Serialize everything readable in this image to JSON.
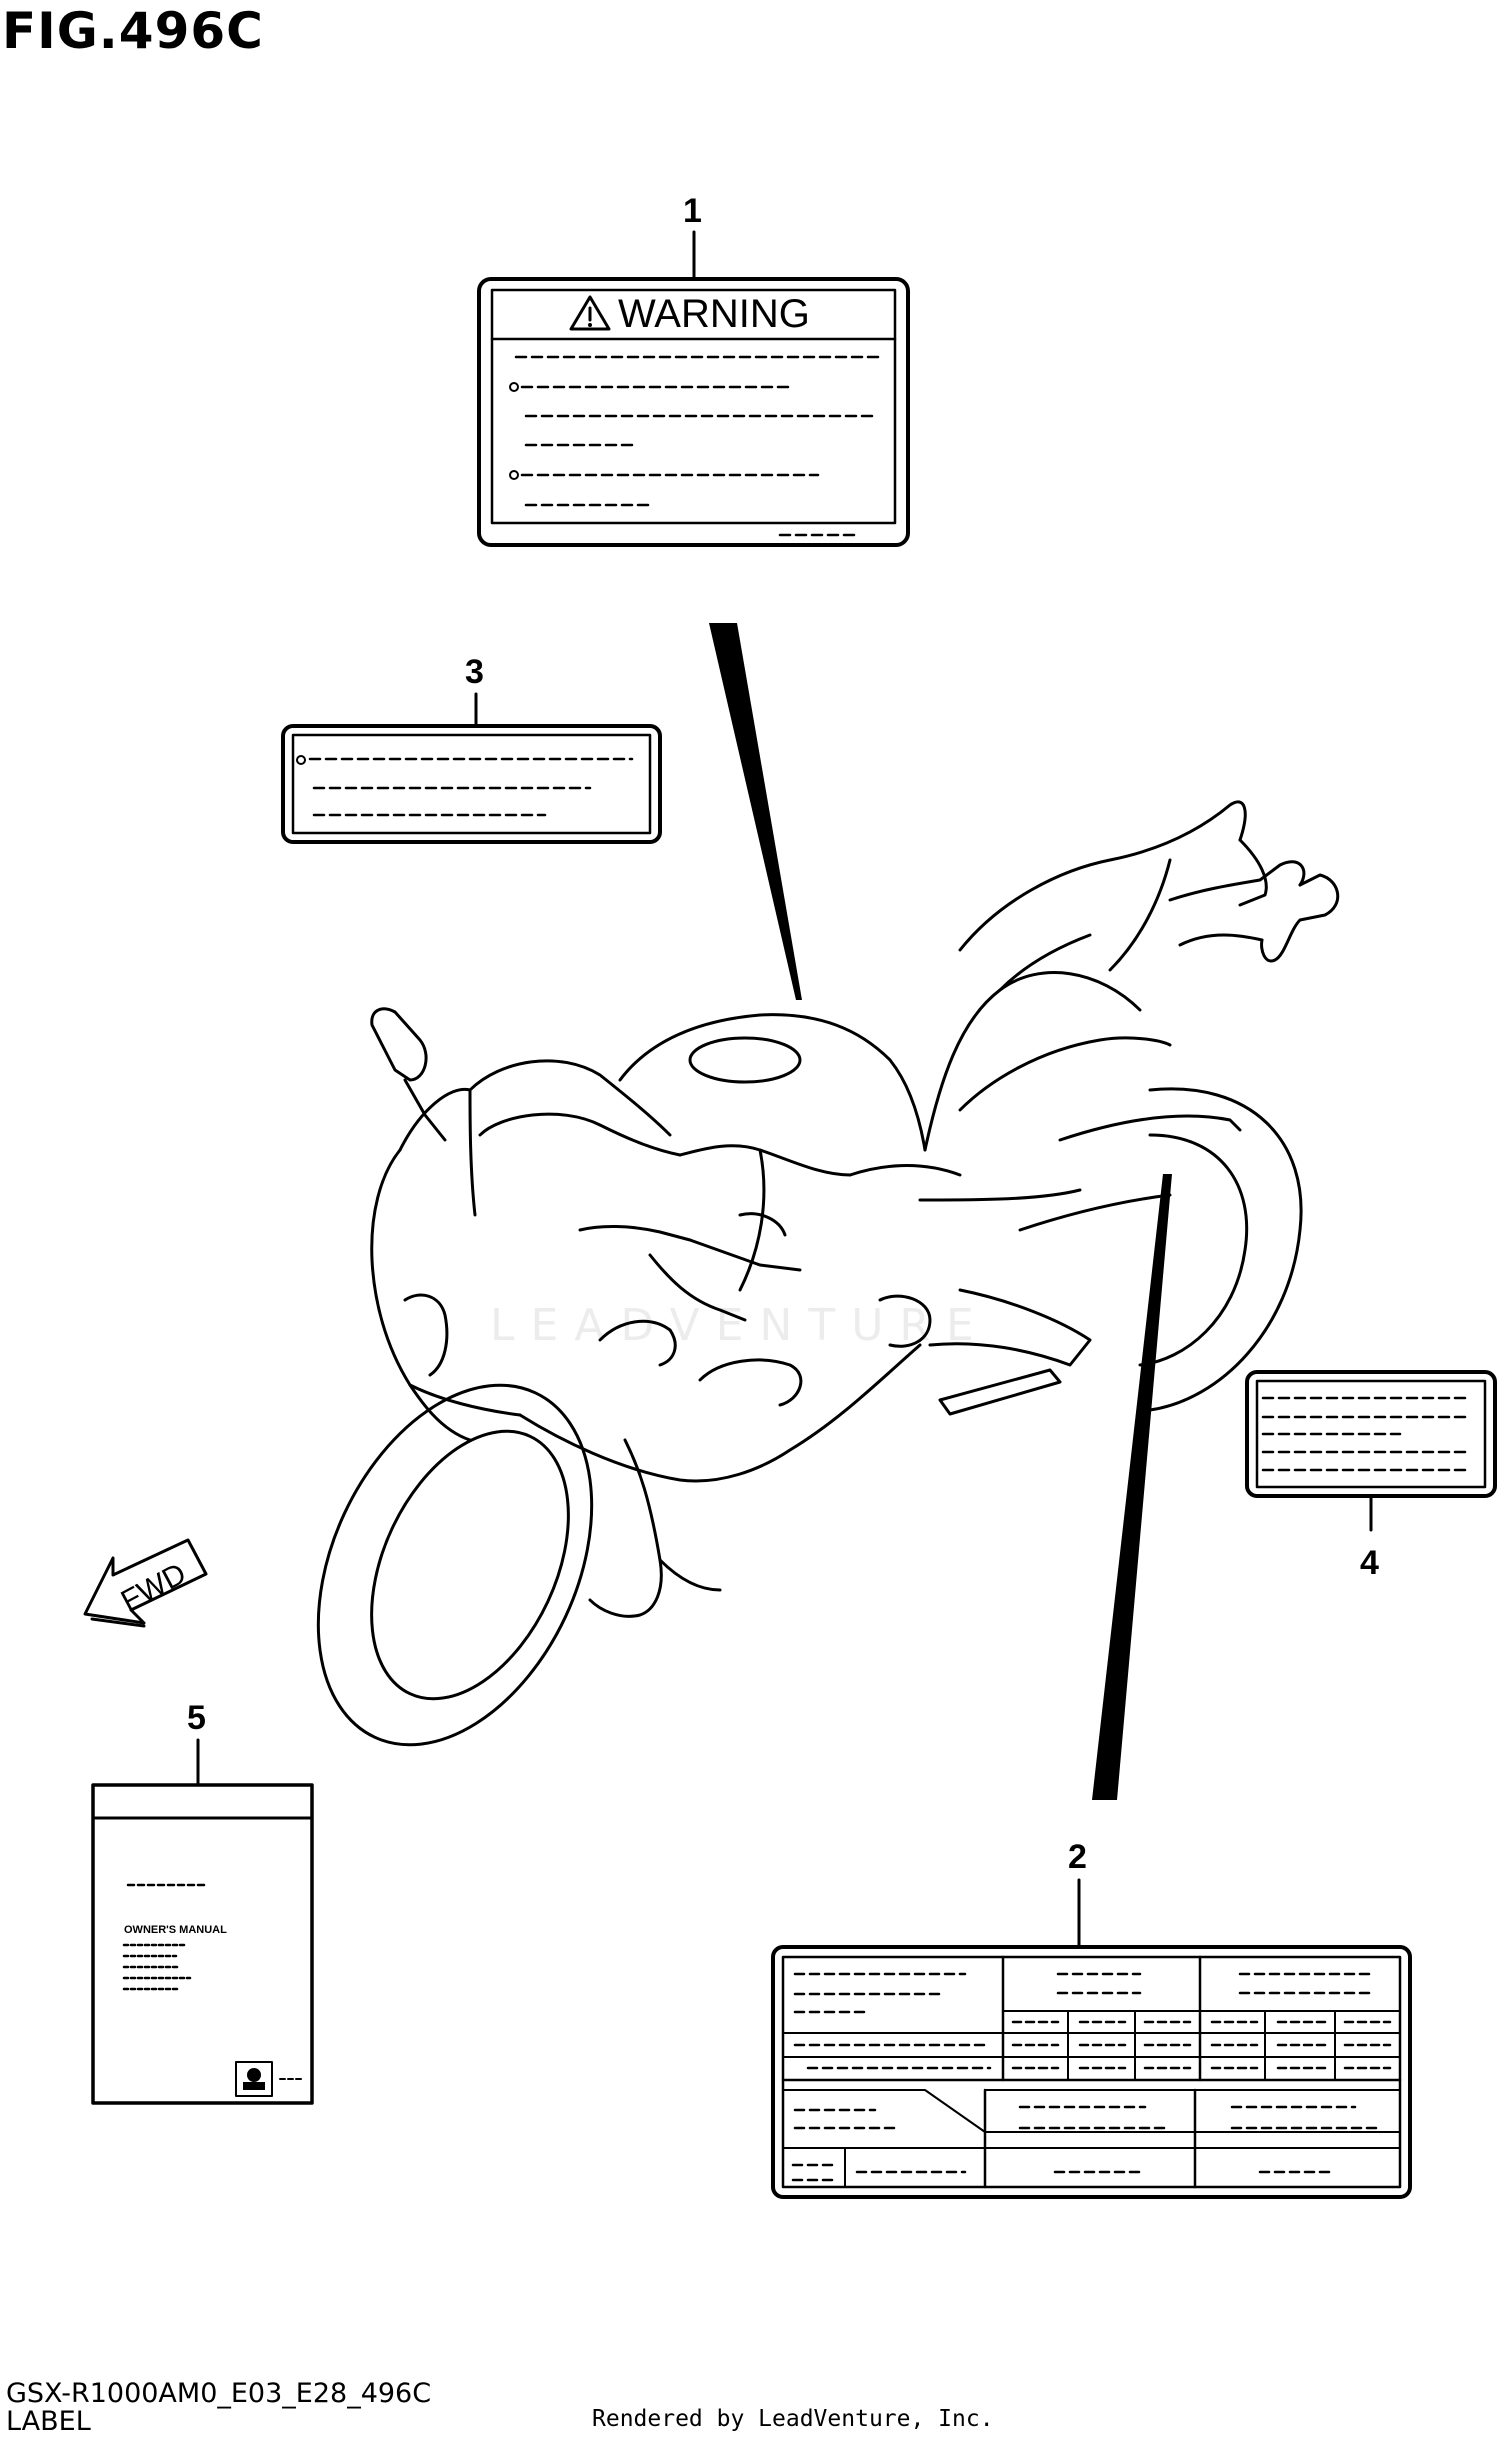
{
  "figure": {
    "title": "FIG.496C"
  },
  "callouts": {
    "c1": "1",
    "c2": "2",
    "c3": "3",
    "c4": "4",
    "c5": "5"
  },
  "labels": {
    "warning_heading": "WARNING",
    "manual_heading": "OWNER'S MANUAL",
    "fwd_arrow": "FWD"
  },
  "watermark": {
    "text": "LEADVENTURE"
  },
  "footer": {
    "code": "GSX-R1000AM0_E03_E28_496C",
    "section": "LABEL",
    "rendered_by": "Rendered by LeadVenture, Inc."
  },
  "colors": {
    "ink": "#000000",
    "paper": "#ffffff"
  },
  "icons": [
    "warning-triangle-icon",
    "fwd-arrow-icon",
    "manual-symbol-icon"
  ]
}
